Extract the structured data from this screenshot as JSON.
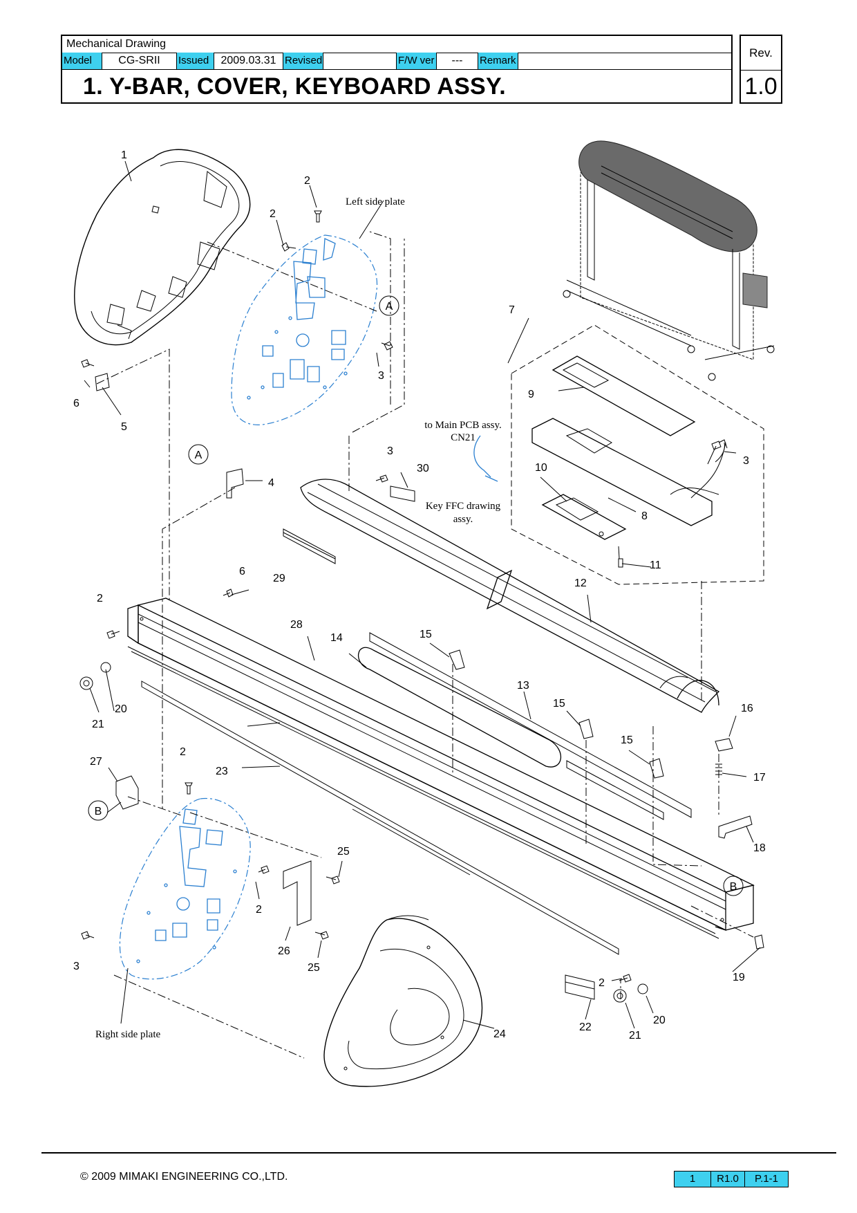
{
  "header": {
    "doc_type": "Mechanical Drawing",
    "model_label": "Model",
    "model_value": "CG-SRII",
    "issued_label": "Issued",
    "issued_value": "2009.03.31",
    "revised_label": "Revised",
    "revised_value": "",
    "fw_label": "F/W ver",
    "fw_value": "---",
    "remark_label": "Remark",
    "remark_value": "",
    "title": "1. Y-BAR, COVER, KEYBOARD ASSY.",
    "rev_label": "Rev.",
    "rev_value": "1.0"
  },
  "annotations": {
    "left_side_plate": "Left side plate",
    "right_side_plate": "Right side plate",
    "main_pcb_1": "to Main PCB assy.",
    "main_pcb_2": "CN21",
    "key_ffc_1": "Key FFC drawing",
    "key_ffc_2": "assy.",
    "ref_a": "A",
    "ref_b": "B"
  },
  "part_labels": {
    "p1": "1",
    "p2": "2",
    "p3": "3",
    "p4": "4",
    "p5": "5",
    "p6": "6",
    "p7": "7",
    "p8": "8",
    "p9": "9",
    "p10": "10",
    "p11": "11",
    "p12": "12",
    "p13": "13",
    "p14": "14",
    "p15": "15",
    "p16": "16",
    "p17": "17",
    "p18": "18",
    "p19": "19",
    "p20": "20",
    "p21": "21",
    "p22": "22",
    "p23": "23",
    "p24": "24",
    "p25": "25",
    "p26": "26",
    "p27": "27",
    "p28": "28",
    "p29": "29",
    "p30": "30"
  },
  "footer": {
    "copyright": "© 2009 MIMAKI ENGINEERING CO.,LTD.",
    "page_num": "1",
    "page_rev": "R1.0",
    "page_ref": "P.1-1"
  }
}
